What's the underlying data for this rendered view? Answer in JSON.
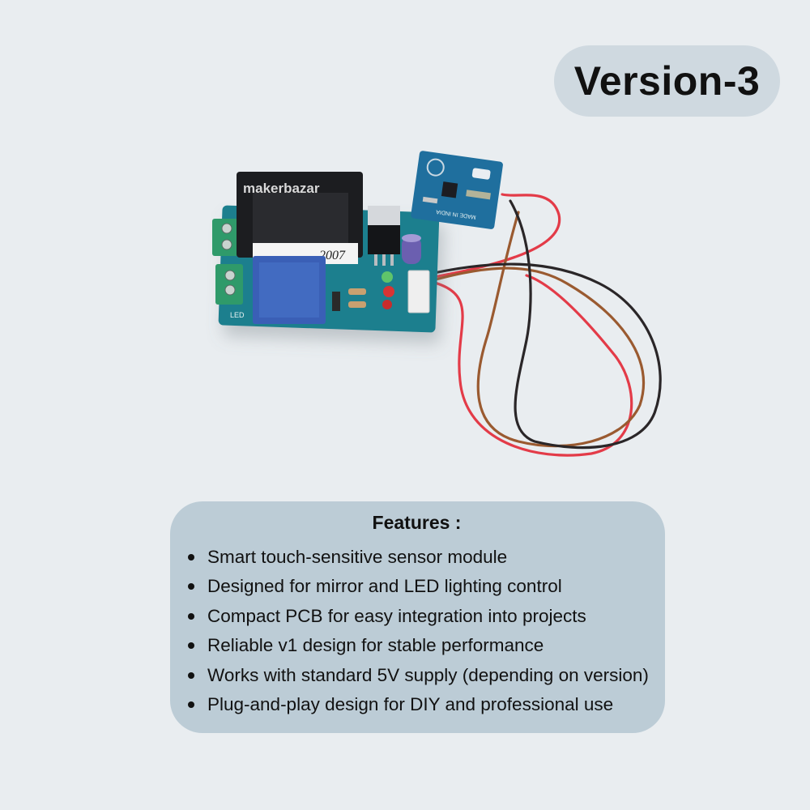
{
  "header": {
    "version_label": "Version-3"
  },
  "product_image": {
    "brand_mark": "makerbazar",
    "board_marking": "2007",
    "sensor_marking": "MADE IN INDIA",
    "led_label": "LED",
    "colors": {
      "pcb": "#1f7f8e",
      "relay": "#3a5fb6",
      "terminal": "#2f9a6a",
      "wire_red": "#e33b48",
      "wire_brown": "#9a5a30",
      "wire_black": "#2a2628"
    }
  },
  "features": {
    "title": "Features :",
    "items": [
      "Smart touch-sensitive sensor module",
      "Designed for mirror and LED lighting control",
      "Compact PCB for easy integration into projects",
      "Reliable v1 design for stable performance",
      "Works with standard 5V supply (depending on version)",
      "Plug-and-play design for DIY and professional use"
    ]
  }
}
